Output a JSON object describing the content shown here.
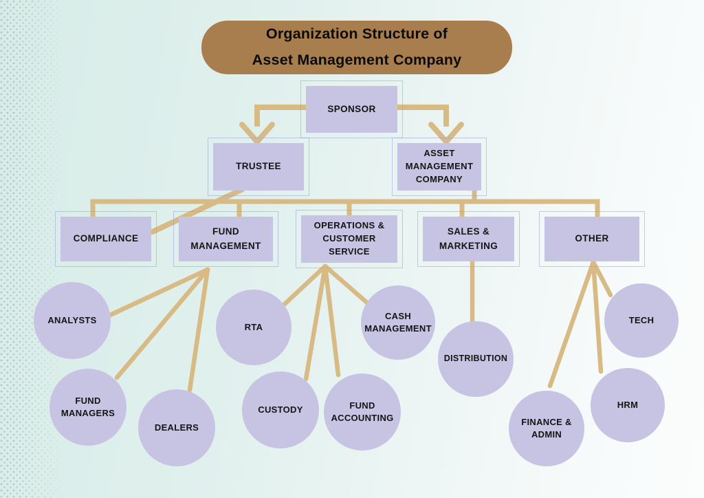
{
  "title": {
    "line1": "Organization Structure of",
    "line2": "Asset Management Company"
  },
  "nodes": {
    "sponsor": {
      "label": "SPONSOR"
    },
    "trustee": {
      "label": "TRUSTEE"
    },
    "amc": {
      "label": "ASSET MANAGEMENT COMPANY"
    },
    "compliance": {
      "label": "COMPLIANCE"
    },
    "fund_management": {
      "label": "FUND MANAGEMENT"
    },
    "operations": {
      "label": "OPERATIONS & CUSTOMER SERVICE"
    },
    "sales_marketing": {
      "label": "SALES & MARKETING"
    },
    "other": {
      "label": "OTHER"
    },
    "analysts": {
      "label": "ANALYSTS"
    },
    "fund_managers": {
      "label": "FUND MANAGERS"
    },
    "dealers": {
      "label": "DEALERS"
    },
    "rta": {
      "label": "RTA"
    },
    "cash_management": {
      "label": "CASH MANAGEMENT"
    },
    "custody": {
      "label": "CUSTODY"
    },
    "fund_accounting": {
      "label": "FUND ACCOUNTING"
    },
    "distribution": {
      "label": "DISTRIBUTION"
    },
    "tech": {
      "label": "TECH"
    },
    "hrm": {
      "label": "HRM"
    },
    "finance_admin": {
      "label": "FINANCE & ADMIN"
    }
  },
  "edges": [
    {
      "from": "sponsor",
      "to": "trustee"
    },
    {
      "from": "sponsor",
      "to": "amc"
    },
    {
      "from": "trustee",
      "to": "compliance"
    },
    {
      "from": "amc",
      "to": "compliance"
    },
    {
      "from": "amc",
      "to": "fund_management"
    },
    {
      "from": "amc",
      "to": "operations"
    },
    {
      "from": "amc",
      "to": "sales_marketing"
    },
    {
      "from": "amc",
      "to": "other"
    },
    {
      "from": "fund_management",
      "to": "analysts"
    },
    {
      "from": "fund_management",
      "to": "fund_managers"
    },
    {
      "from": "fund_management",
      "to": "dealers"
    },
    {
      "from": "operations",
      "to": "rta"
    },
    {
      "from": "operations",
      "to": "cash_management"
    },
    {
      "from": "operations",
      "to": "custody"
    },
    {
      "from": "operations",
      "to": "fund_accounting"
    },
    {
      "from": "sales_marketing",
      "to": "distribution"
    },
    {
      "from": "other",
      "to": "tech"
    },
    {
      "from": "other",
      "to": "hrm"
    },
    {
      "from": "other",
      "to": "finance_admin"
    }
  ],
  "colors": {
    "banner": "#a87e4e",
    "node_fill": "#c7c4e3",
    "node_outline": "#97a2d8",
    "connector": "#d8ba84",
    "text": "#141414",
    "background_left": "#d7ece8",
    "background_right": "#fbfdfd"
  }
}
